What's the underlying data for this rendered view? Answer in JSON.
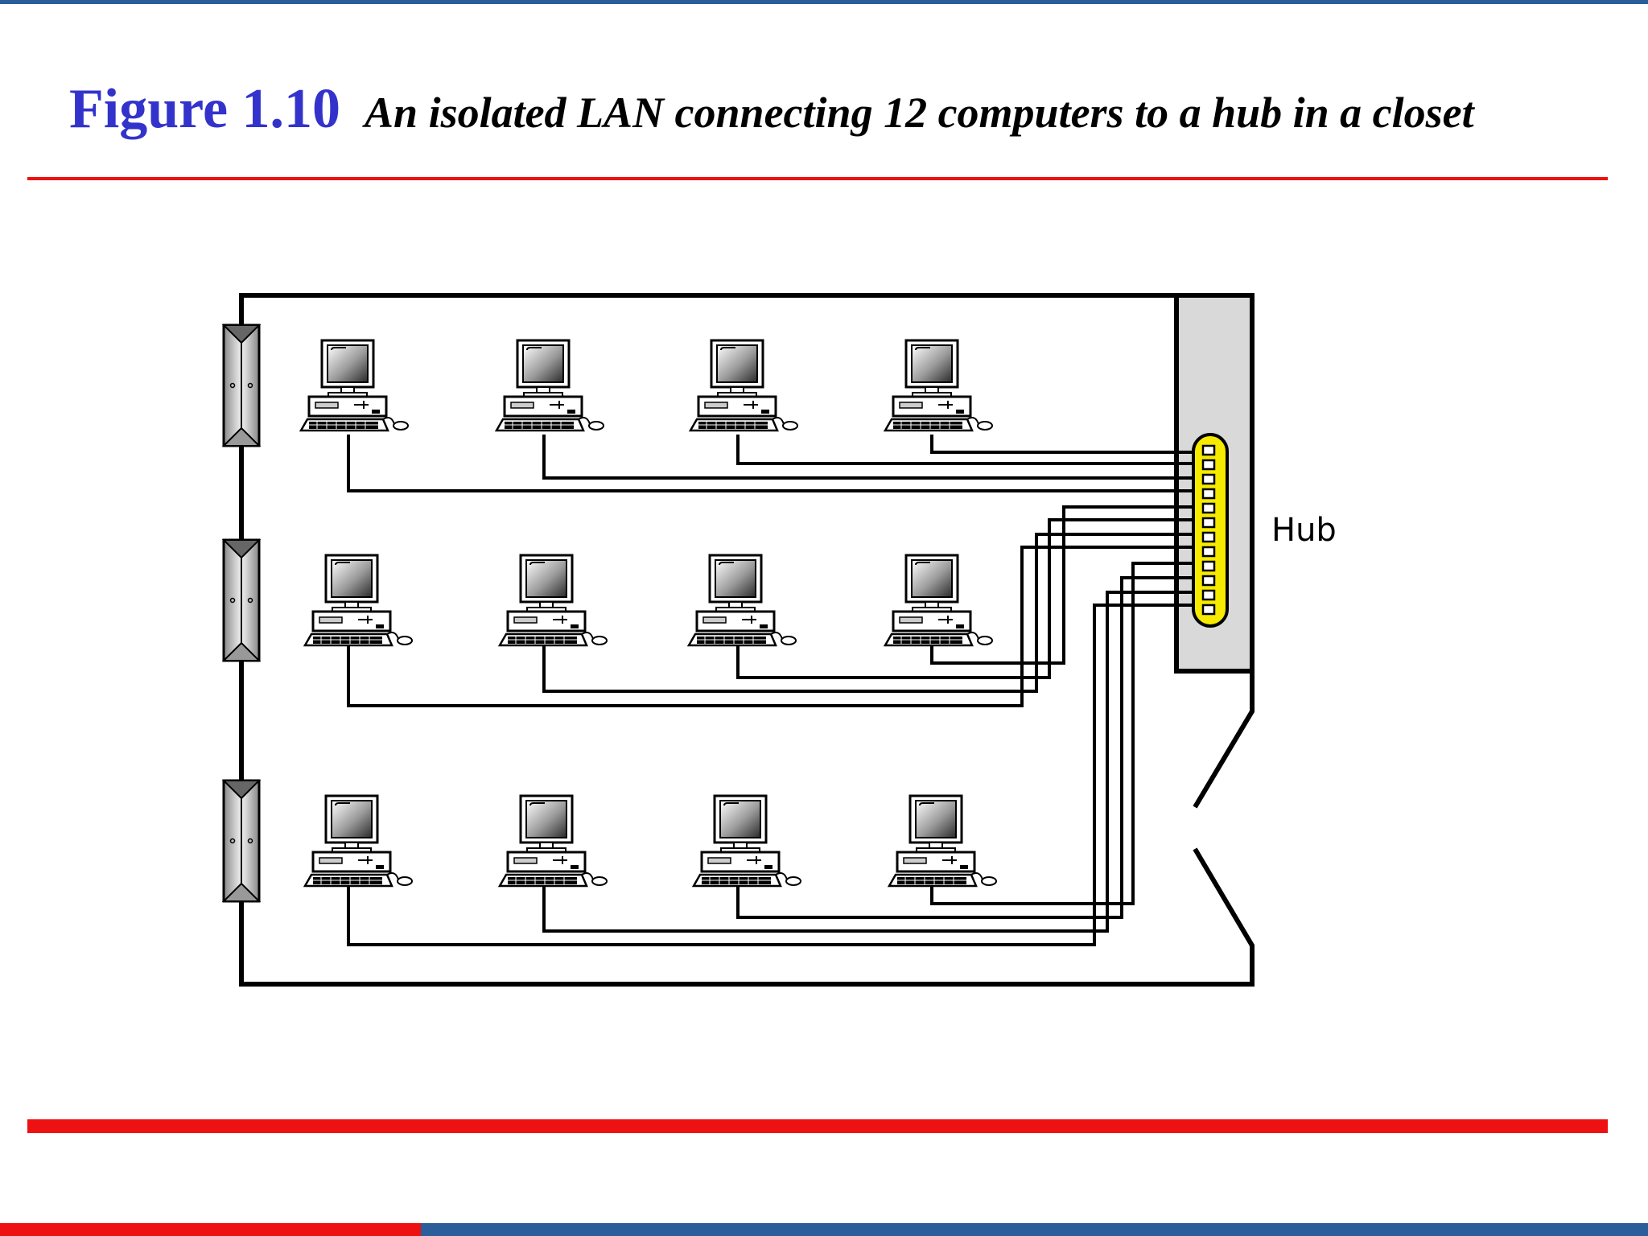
{
  "title": {
    "figure_label": "Figure 1.10",
    "caption": "An isolated LAN connecting 12 computers to a hub in a closet"
  },
  "diagram": {
    "hub_label": "Hub",
    "computer_count": 12
  },
  "colors": {
    "figure_label": "#3333cc",
    "accent_red": "#ee1111",
    "bar_blue": "#2a5d9a",
    "hub_fill": "#f5ea00",
    "closet_fill": "#d9d9d9"
  }
}
